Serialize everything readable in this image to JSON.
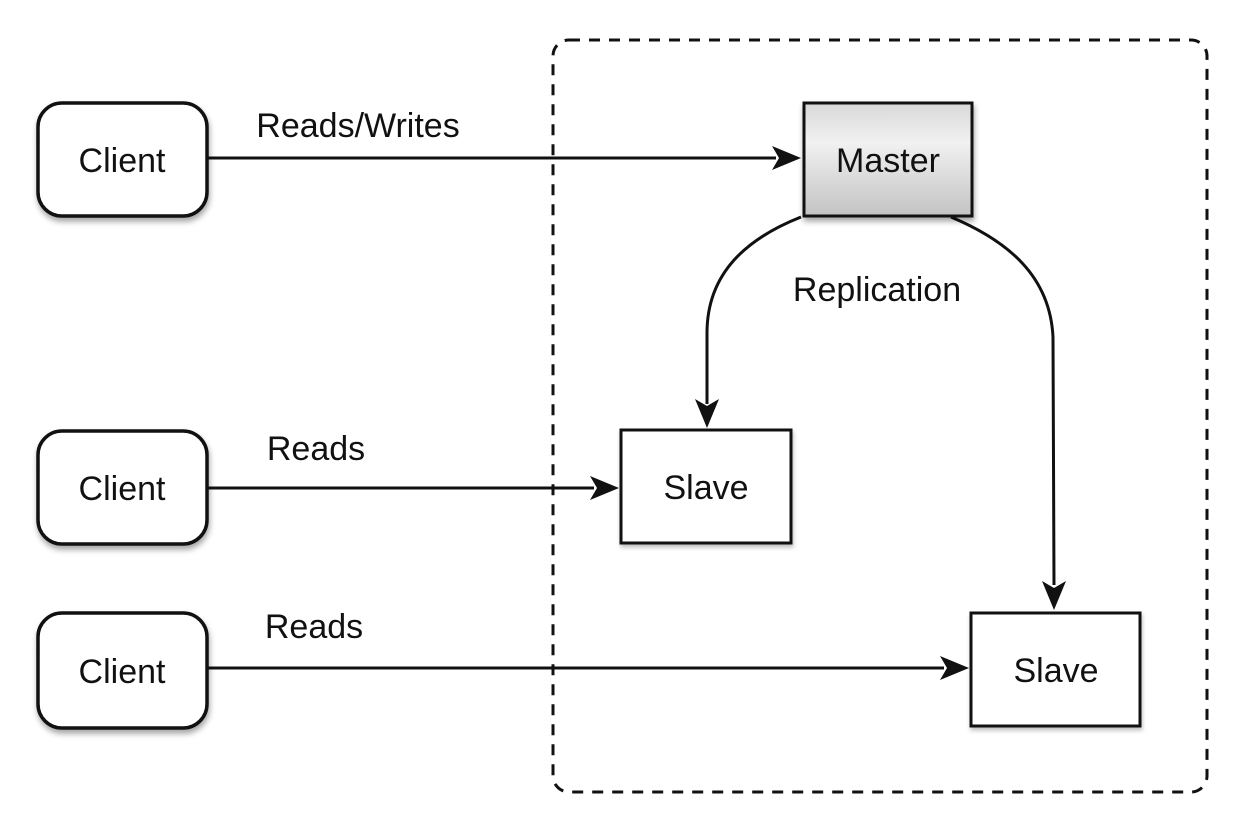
{
  "diagram": {
    "description": "Master-slave database replication topology",
    "colors": {
      "background": "#ffffff",
      "stroke": "#111111",
      "node_fill": "#ffffff",
      "master_gradient_top": "#d9d9d9",
      "master_gradient_mid": "#f1f1f1",
      "master_gradient_bottom": "#c3c3c3"
    },
    "nodes": {
      "client1": {
        "label": "Client"
      },
      "client2": {
        "label": "Client"
      },
      "client3": {
        "label": "Client"
      },
      "master": {
        "label": "Master"
      },
      "slave1": {
        "label": "Slave"
      },
      "slave2": {
        "label": "Slave"
      }
    },
    "edges": {
      "client1_to_master": {
        "label": "Reads/Writes"
      },
      "client2_to_slave1": {
        "label": "Reads"
      },
      "client3_to_slave2": {
        "label": "Reads"
      },
      "replication": {
        "label": "Replication"
      }
    }
  }
}
